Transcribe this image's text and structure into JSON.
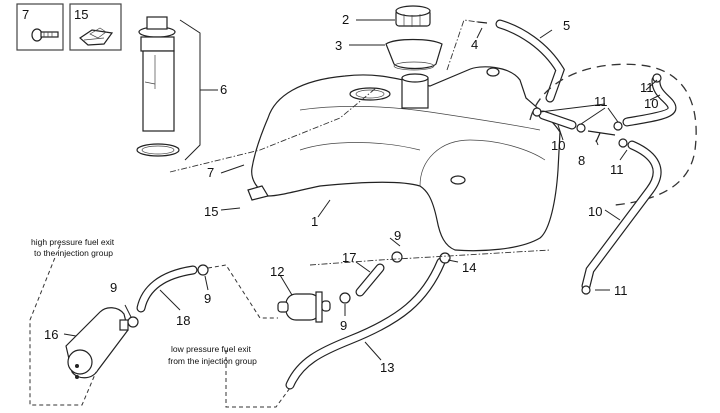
{
  "diagram": {
    "title": "Fuel tank and fuel line exploded parts diagram",
    "inset_boxes": [
      {
        "number": "7",
        "part": "screw"
      },
      {
        "number": "15",
        "part": "clip nut"
      }
    ],
    "callouts": {
      "c1": "1",
      "c2": "2",
      "c3": "3",
      "c4": "4",
      "c5": "5",
      "c6": "6",
      "c7": "7",
      "c8": "8",
      "c9a": "9",
      "c9b": "9",
      "c9c": "9",
      "c9d": "9",
      "c10a": "10",
      "c10b": "10",
      "c10c": "10",
      "c11a": "11",
      "c11b": "11",
      "c11c": "11",
      "c11d": "11",
      "c12": "12",
      "c13": "13",
      "c14": "14",
      "c15": "15",
      "c16": "16",
      "c17": "17",
      "c18": "18"
    },
    "notes": {
      "high_pressure_line1": "high pressure fuel exit",
      "high_pressure_line2": "to the injection group",
      "low_pressure_line1": "low pressure fuel exit",
      "low_pressure_line2": "from the injection group"
    },
    "parts": [
      {
        "id": "1",
        "name": "fuel tank"
      },
      {
        "id": "2",
        "name": "filler cap"
      },
      {
        "id": "3",
        "name": "filler funnel"
      },
      {
        "id": "4",
        "name": "fitting"
      },
      {
        "id": "5",
        "name": "breather hose"
      },
      {
        "id": "6",
        "name": "fuel pump / level sender unit"
      },
      {
        "id": "7",
        "name": "screw"
      },
      {
        "id": "8",
        "name": "T-fitting"
      },
      {
        "id": "9",
        "name": "hose clamp"
      },
      {
        "id": "10",
        "name": "vent hose"
      },
      {
        "id": "11",
        "name": "clamp"
      },
      {
        "id": "12",
        "name": "fuel filter"
      },
      {
        "id": "13",
        "name": "return hose"
      },
      {
        "id": "14",
        "name": "clamp"
      },
      {
        "id": "15",
        "name": "clip nut"
      },
      {
        "id": "16",
        "name": "fuel pump"
      },
      {
        "id": "17",
        "name": "hose"
      },
      {
        "id": "18",
        "name": "hose"
      }
    ]
  }
}
